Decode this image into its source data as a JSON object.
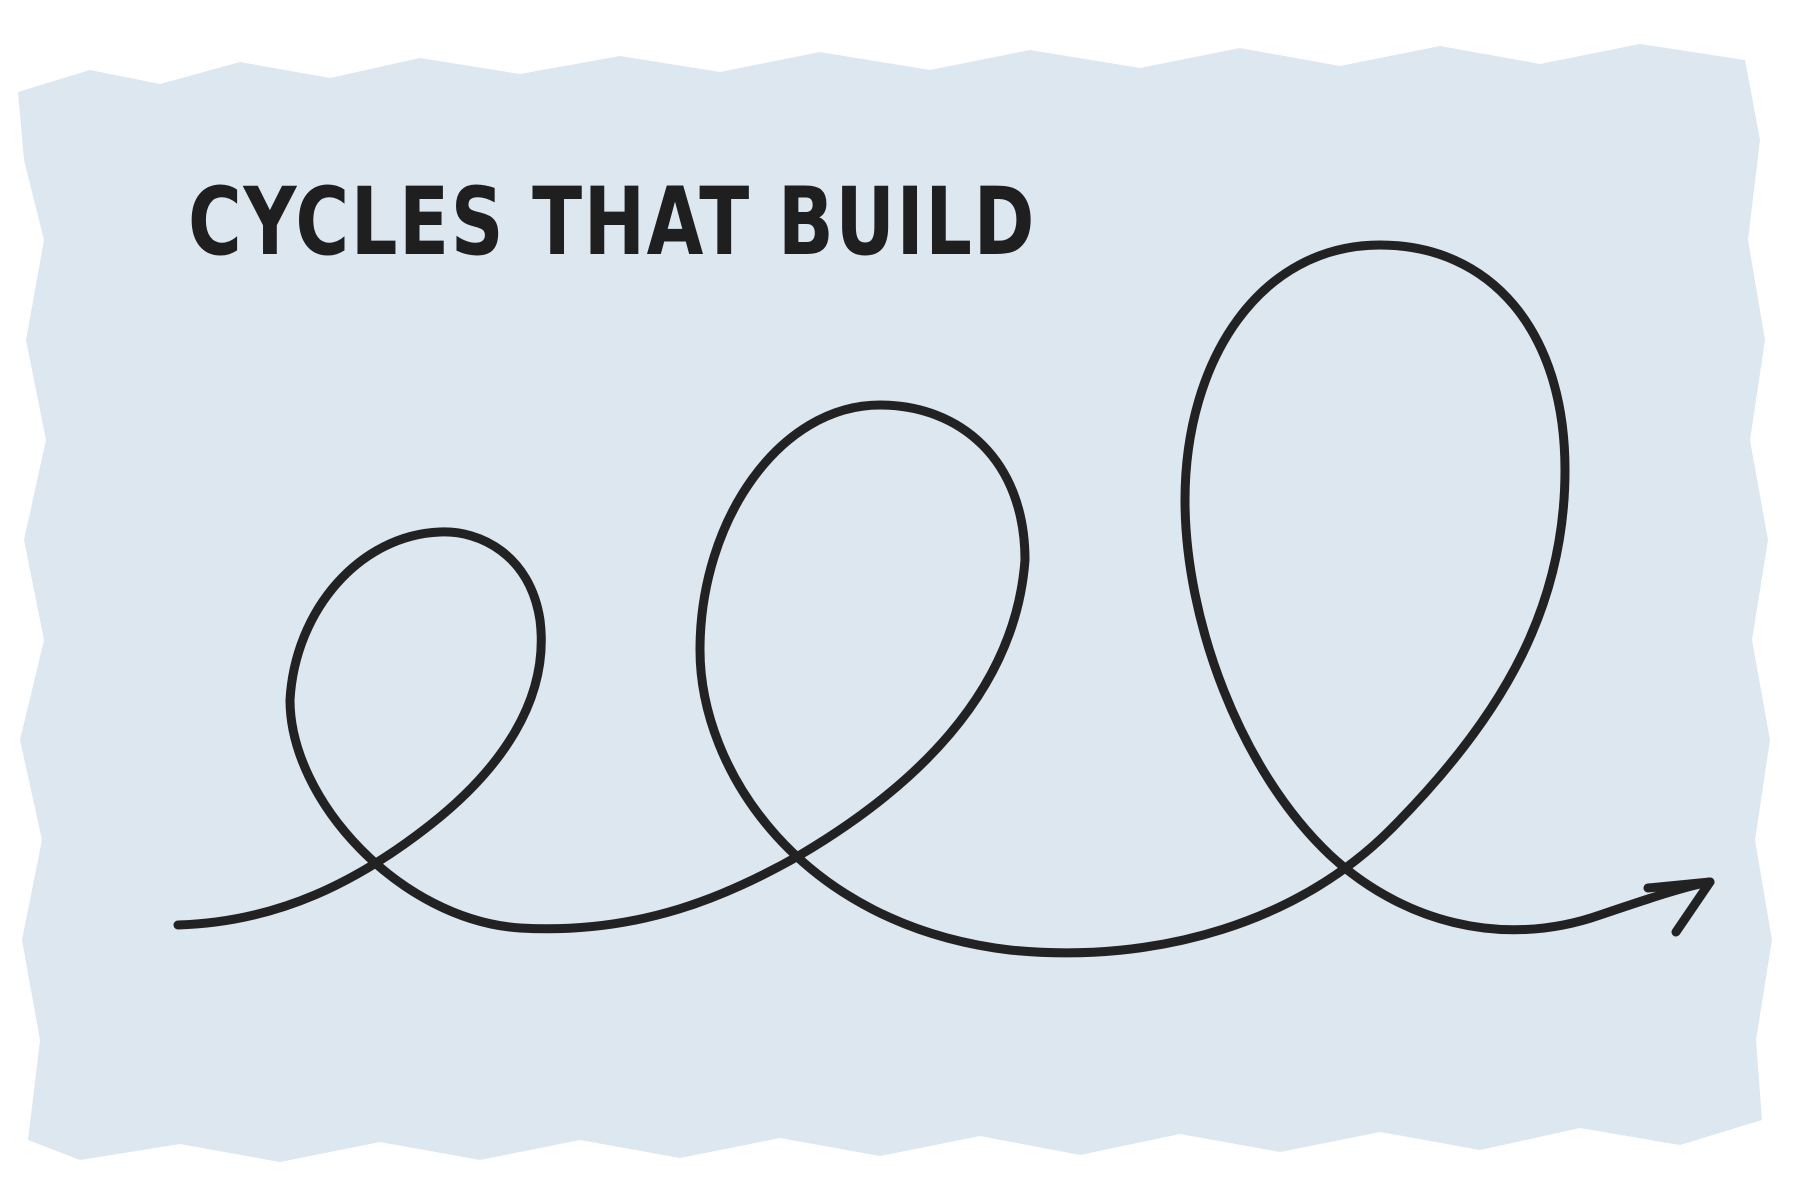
{
  "title": "CYCLES THAT BUILD",
  "colors": {
    "background_wash": "#dde7f0",
    "ink": "#222222"
  },
  "diagram": {
    "loop_count": 3,
    "direction": "left-to-right",
    "arrowhead": "right",
    "loop_trend": "each loop larger than the previous"
  }
}
